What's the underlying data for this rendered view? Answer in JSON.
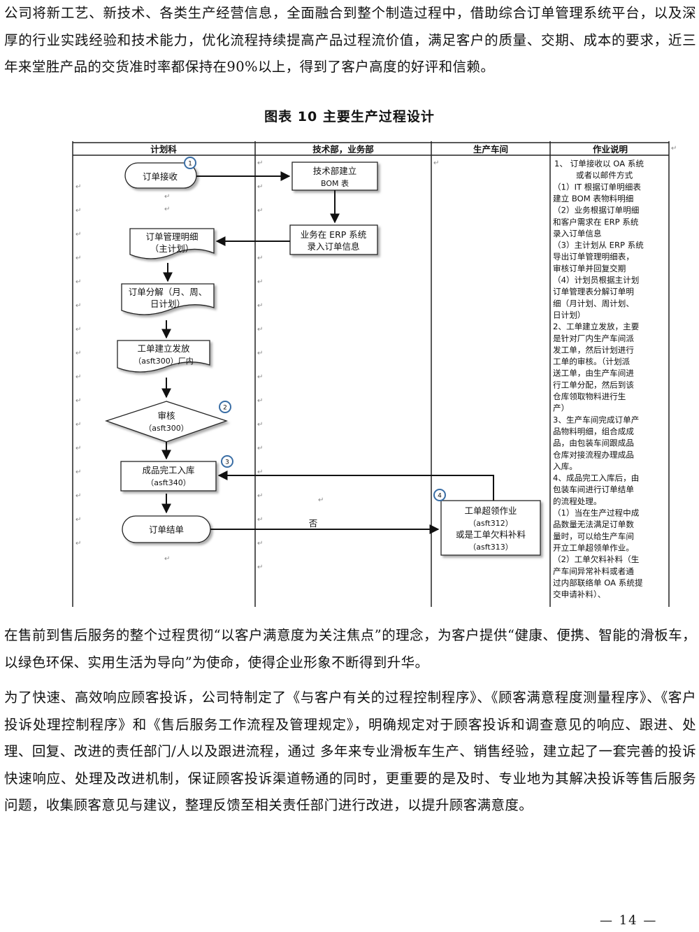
{
  "paragraphs": {
    "p1": "公司将新工艺、新技术、各类生产经营信息，全面融合到整个制造过程中，借助综合订单管理系统平台，以及深厚的行业实践经验和技术能力，优化流程持续提高产品过程流价值，满足客户的质量、交期、成本的要求，近三年来堂胜产品的交货准时率都保持在90%以上，得到了客户高度的好评和信赖。",
    "p2": "在售前到售后服务的整个过程贯彻“以客户满意度为关注焦点”的理念，为客户提供“健康、便携、智能的滑板车，以绿色环保、实用生活为导向”为使命，使得企业形象不断得到升华。",
    "p3": "为了快速、高效响应顾客投诉，公司特制定了《与客户有关的过程控制程序》、《顾客满意程度测量程序》、《客户投诉处理控制程序》和《售后服务工作流程及管理规定》，明确规定对于顾客投诉和调查意见的响应、跟进、处理、回复、改进的责任部门/人以及跟进流程，通过 多年来专业滑板车生产、销售经验，建立起了一套完善的投诉快速响应、处理及改进机制，保证顾客投诉渠道畅通的同时，更重要的是及时、专业地为其解决投诉等售后服务问题，收集顾客意见与建议，整理反馈至相关责任部门进行改进，以提升顾客满意度。"
  },
  "caption": "图表  10  主要生产过程设计",
  "flowchart": {
    "headers": {
      "col1": "计划科",
      "col2": "技术部，业务部",
      "col3": "生产车间",
      "col4": "作业说明"
    },
    "nodes": {
      "order_receive": "订单接收",
      "bom_line1": "技术部建立",
      "bom_line2": "BOM 表",
      "erp_line1": "业务在 ERP 系统",
      "erp_line2": "录入订单信息",
      "detail_line1": "订单管理明细",
      "detail_line2": "（主计划）",
      "split_line1": "订单分解（月、周、",
      "split_line2": "日计划）",
      "workorder_line1": "工单建立发放",
      "workorder_line2": "（asft300）厂内",
      "review_line1": "审核",
      "review_line2": "（asft300）",
      "stockin_line1": "成品完工入库",
      "stockin_line2": "（asft340）",
      "close": "订单结单",
      "over_line1": "工单超领作业",
      "over_line2": "（asft312）",
      "over_line3": "或是工单欠料补料",
      "over_line4": "（asft313）",
      "no_label": "否"
    },
    "badges": [
      "1",
      "2",
      "3",
      "4"
    ],
    "description_lines": [
      "1、 订单接收以 OA 系统",
      "或者以邮件方式",
      "（1）IT 根据订单明细表",
      "建立 BOM 表物料明细",
      "（2）业务根据订单明细",
      "和客户需求在 ERP 系统",
      "录入订单信息",
      "（3）主计划从 ERP 系统",
      "导出订单管理明细表，",
      "审核订单并回复交期",
      "（4）计划员根据主计划",
      "订单管理表分解订单明",
      "细（月计划、周计划、",
      "日计划）",
      "2、工单建立发放，主要",
      "是针对厂内生产车间派",
      "发工单，然后计划进行",
      "工单的审核。（计划派",
      "送工单，由生产车间进",
      "行工单分配，然后到该",
      "仓库领取物料进行生",
      "产）",
      "3、生产车间完成订单产",
      "品物料明细，组合成成",
      "品，由包装车间跟成品",
      "仓库对接流程办理成品",
      "入库。",
      "4、成品完工入库后，由",
      "包装车间进行订单结单",
      "的流程处理。",
      "（1）当在生产过程中成",
      "品数量无法满足订单数",
      "量时，可以给生产车间",
      "开立工单超领单作业。",
      "（2）工单欠料补料（生",
      "产车间异常补料或者通",
      "过内部联络单 OA 系统提",
      "交申请补料）、"
    ]
  },
  "footer": "— 14 —"
}
